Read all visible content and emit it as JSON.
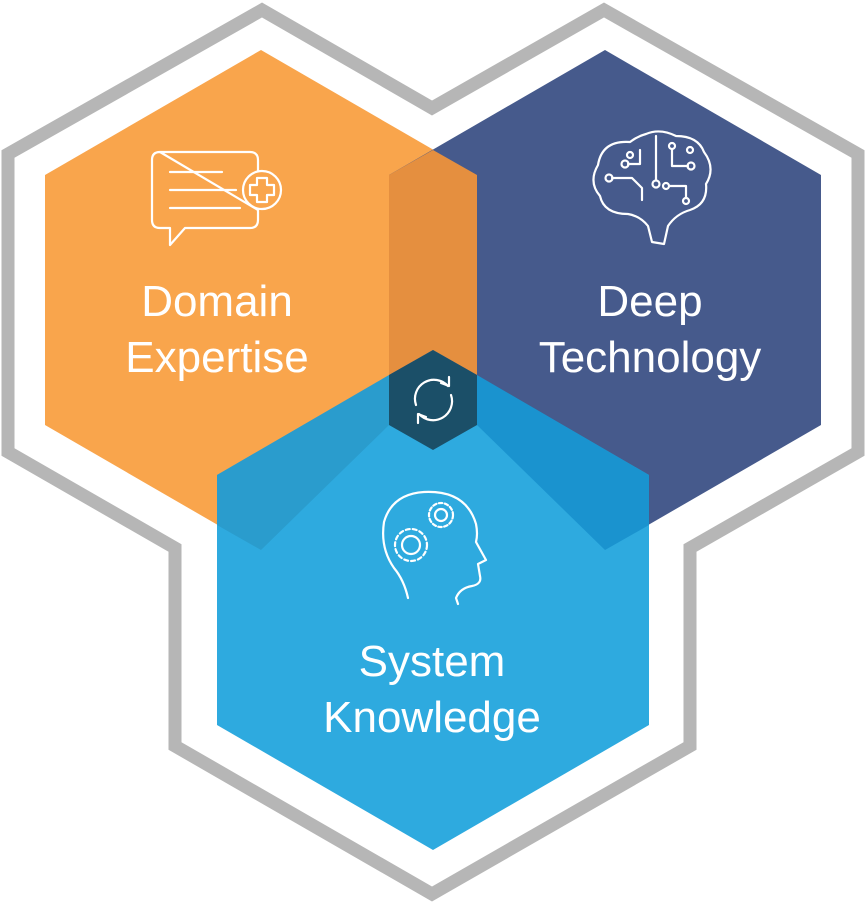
{
  "diagram": {
    "colors": {
      "outline": "#b6b6b6",
      "domain": "#f9a54c",
      "deep": "#465a8c",
      "system": "#2eaadf",
      "overlap_domain_deep": "#e58f3f",
      "overlap_domain_system": "#2a9ccd",
      "overlap_deep_system": "#1a93cf",
      "center": "#1b4f68"
    },
    "nodes": [
      {
        "id": "domain",
        "label_line1": "Domain",
        "label_line2": "Expertise",
        "icon": "chat-plus-icon"
      },
      {
        "id": "deep",
        "label_line1": "Deep",
        "label_line2": "Technology",
        "icon": "brain-circuit-icon"
      },
      {
        "id": "system",
        "label_line1": "System",
        "label_line2": "Knowledge",
        "icon": "head-gears-icon"
      }
    ],
    "center_icon": "refresh-cycle-icon"
  }
}
